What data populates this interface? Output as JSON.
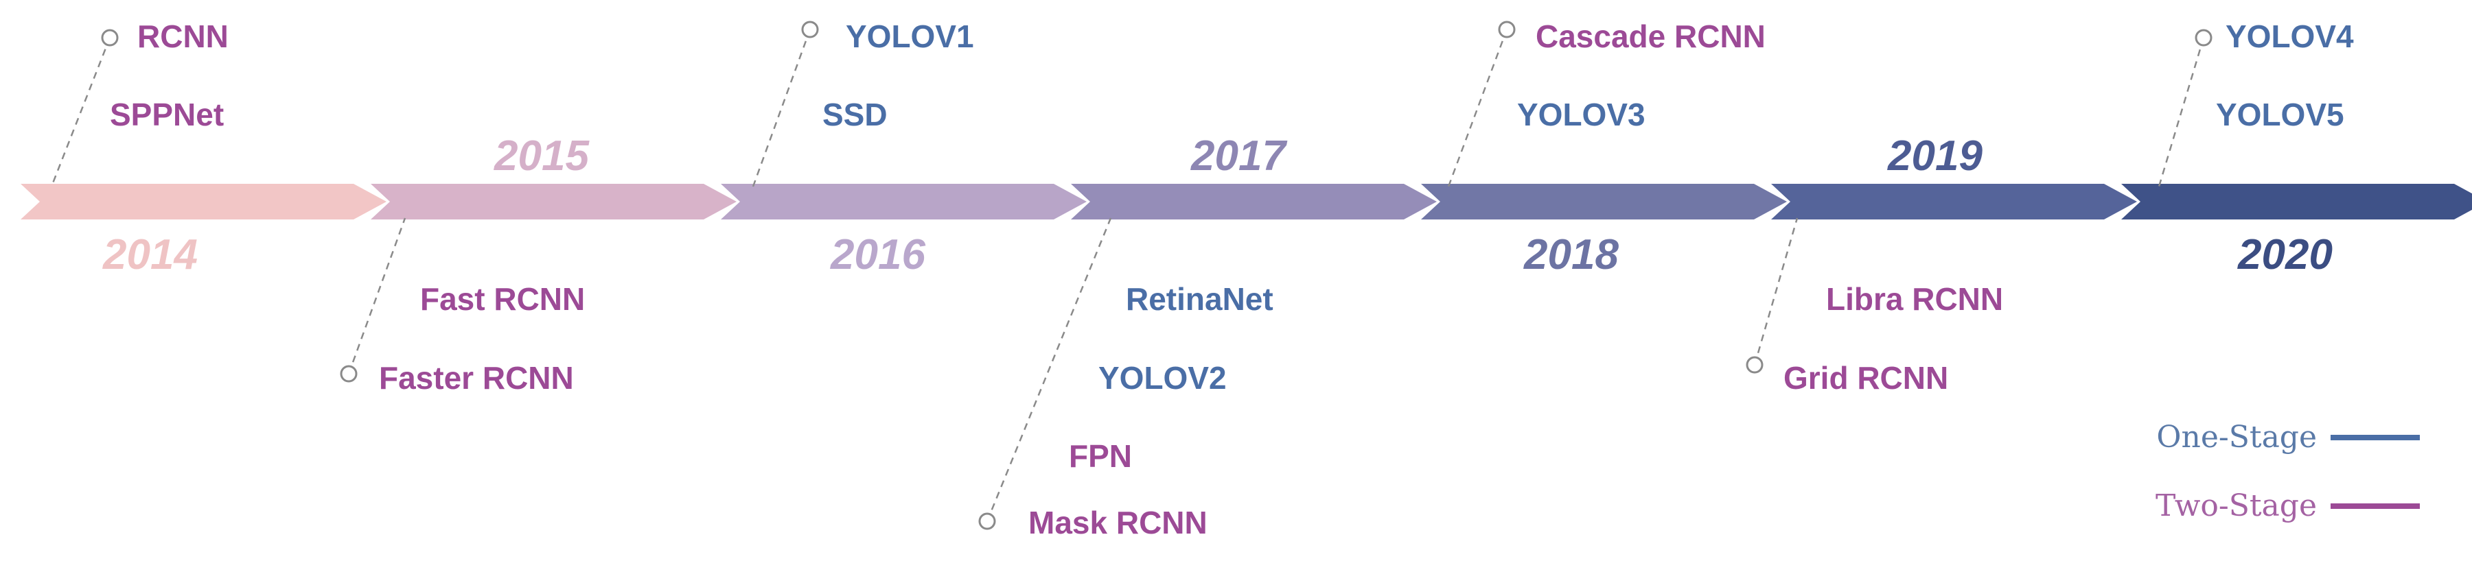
{
  "timeline": [
    {
      "year": "2014",
      "arrow_color": "#f2c6c6",
      "year_color": "#efc3c4",
      "year_side": "below",
      "models": [
        {
          "label": "RCNN",
          "type": "two_stage"
        },
        {
          "label": "SPPNet",
          "type": "two_stage"
        }
      ],
      "model_side": "above"
    },
    {
      "year": "2015",
      "arrow_color": "#d8b3c9",
      "year_color": "#d5b0c9",
      "year_side": "above",
      "models": [
        {
          "label": "Fast RCNN",
          "type": "two_stage"
        },
        {
          "label": "Faster RCNN",
          "type": "two_stage"
        }
      ],
      "model_side": "below"
    },
    {
      "year": "2016",
      "arrow_color": "#b8a5c8",
      "year_color": "#b9a7cc",
      "year_side": "below",
      "models": [
        {
          "label": "YOLOV1",
          "type": "one_stage"
        },
        {
          "label": "SSD",
          "type": "one_stage"
        }
      ],
      "model_side": "above"
    },
    {
      "year": "2017",
      "arrow_color": "#958db8",
      "year_color": "#8d86b3",
      "year_side": "above",
      "models": [
        {
          "label": "RetinaNet",
          "type": "one_stage"
        },
        {
          "label": "YOLOV2",
          "type": "one_stage"
        },
        {
          "label": "FPN",
          "type": "two_stage"
        },
        {
          "label": "Mask RCNN",
          "type": "two_stage"
        }
      ],
      "model_side": "below"
    },
    {
      "year": "2018",
      "arrow_color": "#7177a6",
      "year_color": "#6c73a3",
      "year_side": "below",
      "models": [
        {
          "label": "Cascade RCNN",
          "type": "two_stage"
        },
        {
          "label": "YOLOV3",
          "type": "one_stage"
        }
      ],
      "model_side": "above"
    },
    {
      "year": "2019",
      "arrow_color": "#55649a",
      "year_color": "#4d5c93",
      "year_side": "above",
      "models": [
        {
          "label": "Libra RCNN",
          "type": "two_stage"
        },
        {
          "label": "Grid RCNN",
          "type": "two_stage"
        }
      ],
      "model_side": "below"
    },
    {
      "year": "2020",
      "arrow_color": "#3f5288",
      "year_color": "#3b4d82",
      "year_side": "below",
      "models": [
        {
          "label": "YOLOV4",
          "type": "one_stage"
        },
        {
          "label": "YOLOV5",
          "type": "one_stage"
        }
      ],
      "model_side": "above"
    }
  ],
  "legend": [
    {
      "label": "One-Stage",
      "type": "one_stage"
    },
    {
      "label": "Two-Stage",
      "type": "two_stage"
    }
  ],
  "colors": {
    "one_stage": "#4a6ea6",
    "two_stage": "#9c4a96",
    "leader_line": "#8a8a8a",
    "legend_one_stage_text": "#5a7aa8",
    "legend_two_stage_text": "#a462a3"
  }
}
